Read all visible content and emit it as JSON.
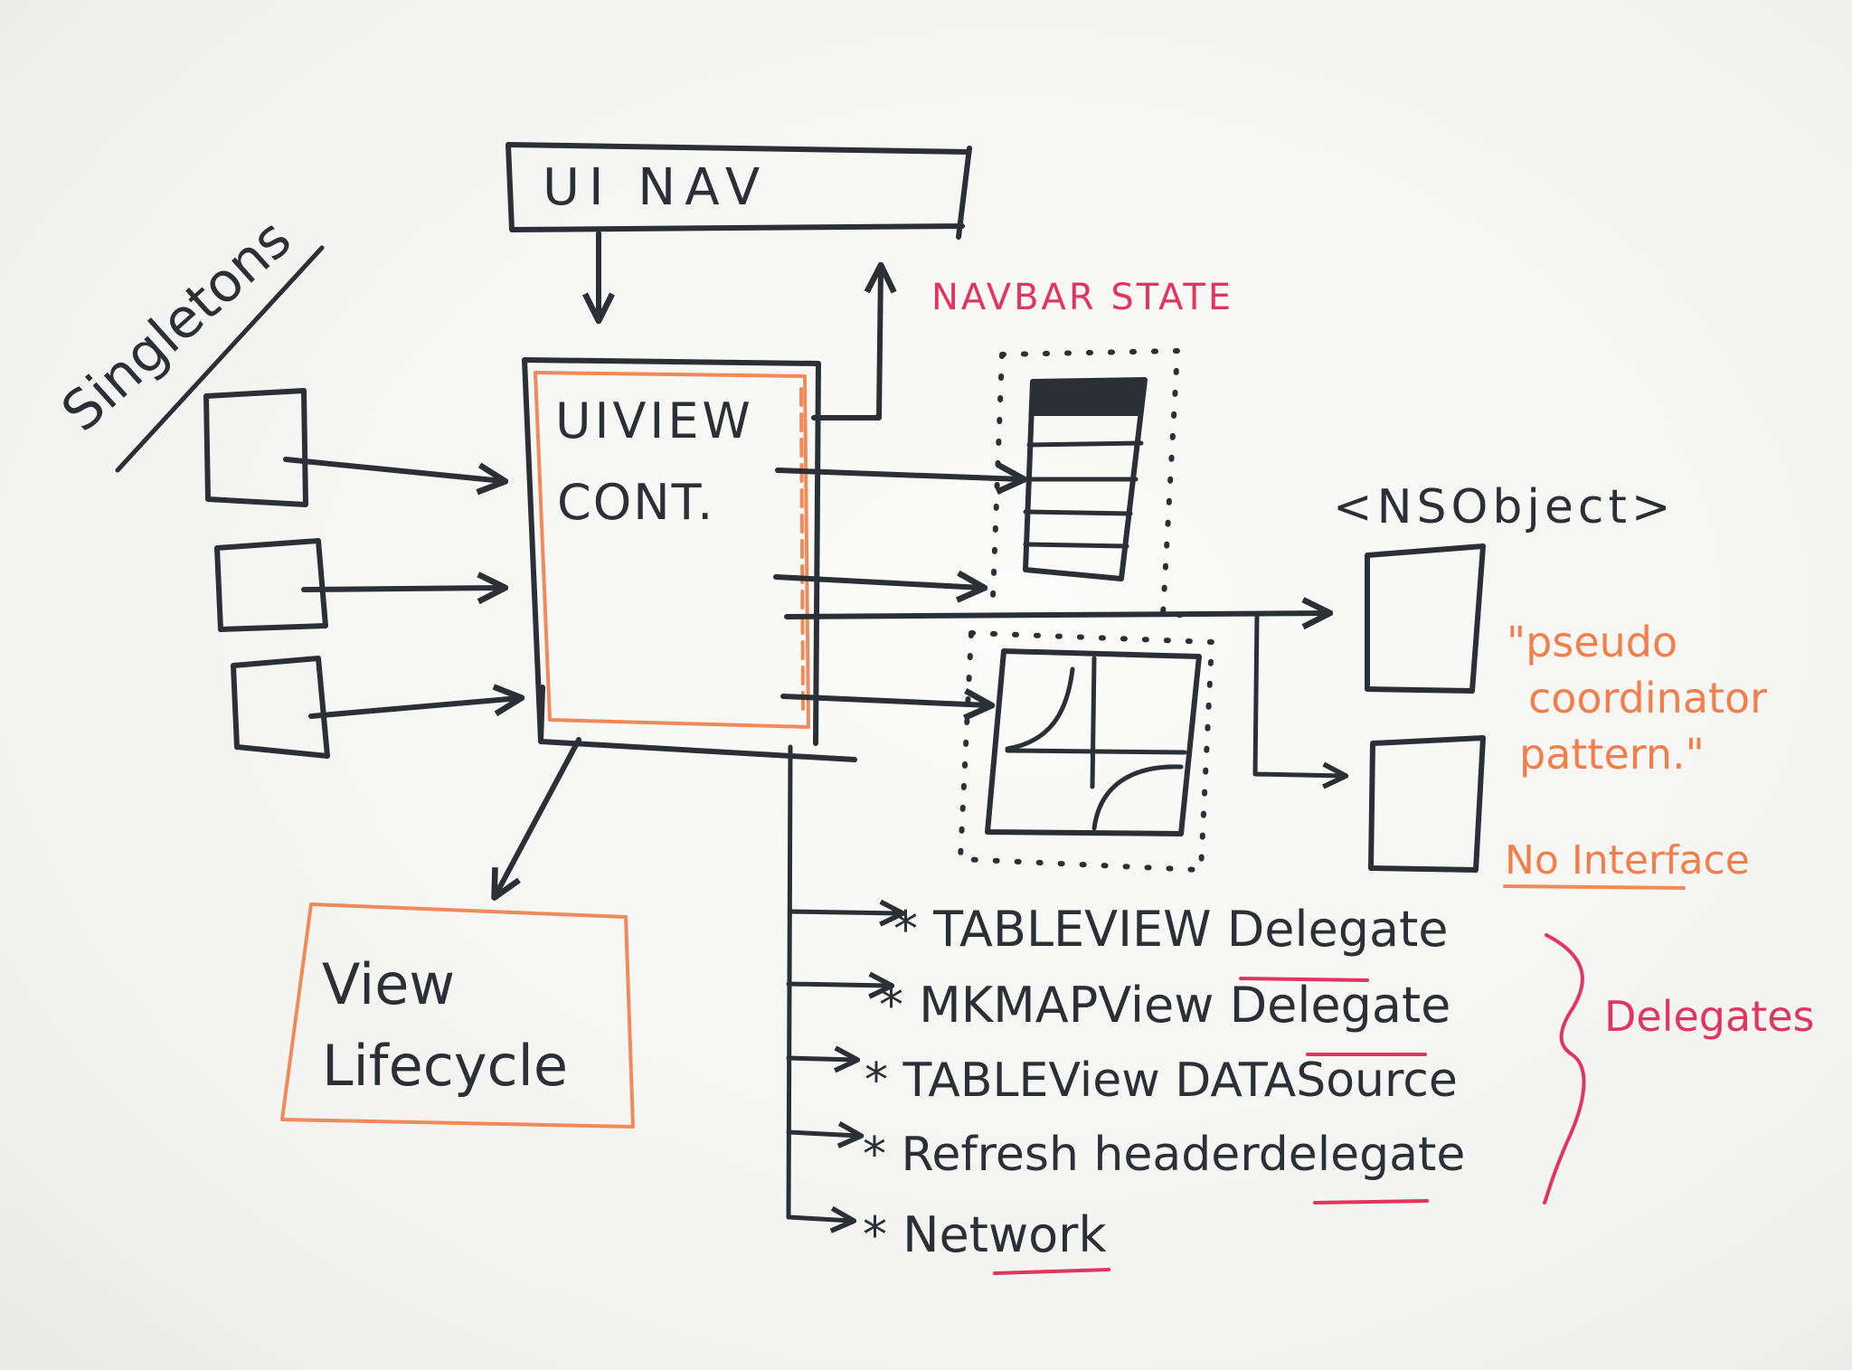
{
  "title_box": "UI NAV",
  "controller_box": {
    "line1": "UIVIEW",
    "line2": "CONT."
  },
  "navbar_state": "NAVBAR STATE",
  "singletons_label": "Singletons",
  "nsobject_label": "<NSObject>",
  "pseudo_coordinator": "\"pseudo coordinator pattern.\"",
  "no_interface": "No Interface",
  "view_lifecycle": {
    "line1": "View",
    "line2": "Lifecycle"
  },
  "delegates_label": "Delegates",
  "delegate_items": [
    "* TABLEVIEW Delegate",
    "* MKMAPView Delegate",
    "* TABLEView DATASource",
    "* Refresh headerdelegate",
    "* Network"
  ],
  "colors": {
    "ink": "#2b2f36",
    "orange": "#f08a5b",
    "red": "#e0355e",
    "board": "#f7f7f5"
  }
}
